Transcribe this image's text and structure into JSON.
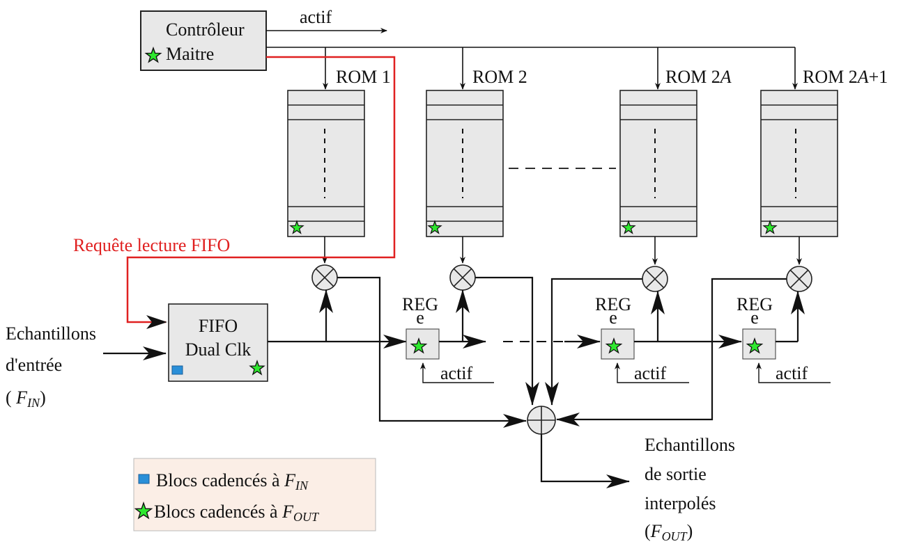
{
  "controller": {
    "line1": "Contrôleur",
    "line2": "Maitre"
  },
  "actif_label": "actif",
  "roms": [
    {
      "prefix": "ROM ",
      "num": "1",
      "suffix": ""
    },
    {
      "prefix": "ROM ",
      "num": "2",
      "suffix": ""
    },
    {
      "prefix": "ROM 2",
      "num": "A",
      "suffix": ""
    },
    {
      "prefix": "ROM 2",
      "num": "A",
      "suffix": "+1"
    }
  ],
  "fifo_request_label": "Requête lecture FIFO",
  "fifo": {
    "line1": "FIFO",
    "line2": "Dual Clk"
  },
  "reg": {
    "line1": "REG",
    "line2": "e",
    "actif": "actif"
  },
  "input": {
    "line1": "Echantillons",
    "line2": "d'entrée",
    "open": "( ",
    "sym": "F",
    "sub": "IN",
    "close": ")"
  },
  "output": {
    "line1": "Echantillons",
    "line2": "de sortie",
    "line3": "interpolés",
    "open": "(",
    "sym": "F",
    "sub": "OUT",
    "close": ")"
  },
  "legend": {
    "item1_text": "Blocs cadencés à ",
    "item1_sym": "F",
    "item1_sub": "IN",
    "item2_text": "Blocs cadencés à ",
    "item2_sym": "F",
    "item2_sub": "OUT"
  },
  "colors": {
    "red_line": "#e02020",
    "star": "#2ee82e",
    "square": "#2a8fd8",
    "legend_bg": "#fbeee6",
    "block_fill": "#e8e8e8"
  }
}
